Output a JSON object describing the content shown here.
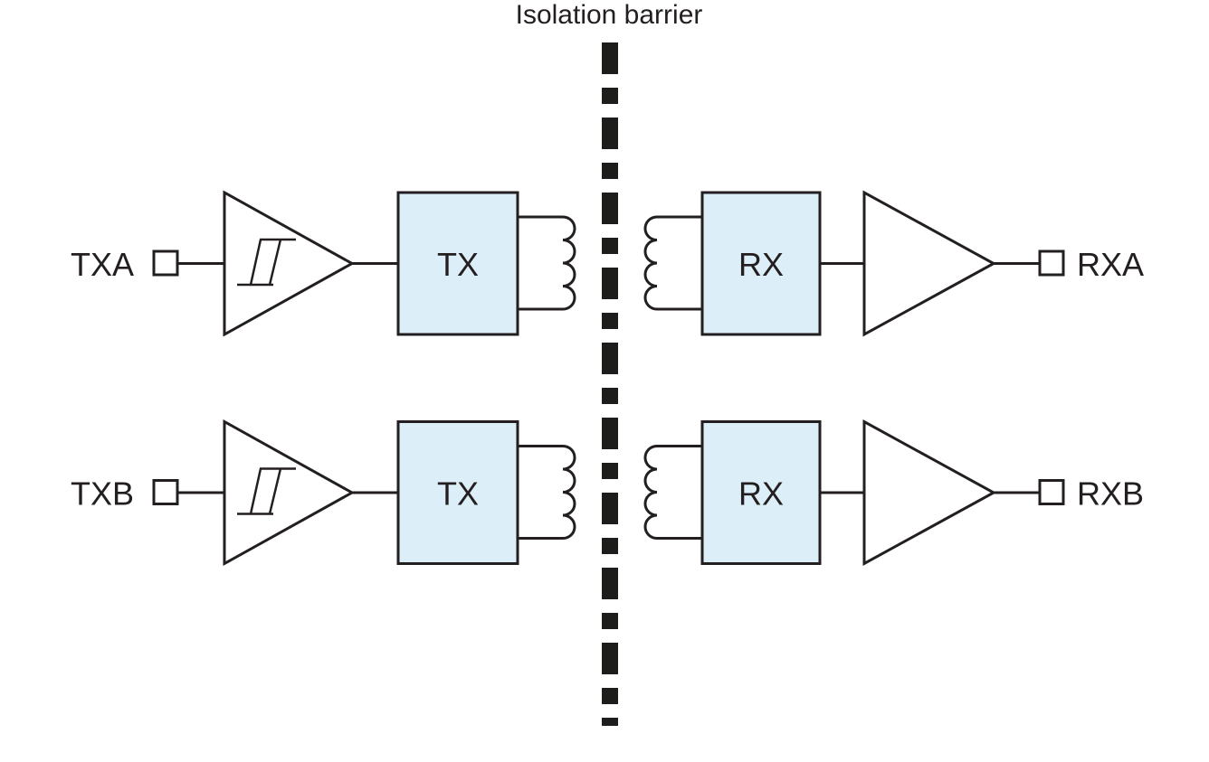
{
  "title": "Isolation barrier",
  "colors": {
    "line": "#231f20",
    "text": "#231f20",
    "barrier": "#1d1d1b",
    "block_fill": "#dceef8",
    "background": "#ffffff"
  },
  "channels": [
    {
      "input_label": "TXA",
      "tx_label": "TX",
      "rx_label": "RX",
      "output_label": "RXA"
    },
    {
      "input_label": "TXB",
      "tx_label": "TX",
      "rx_label": "RX",
      "output_label": "RXB"
    }
  ]
}
